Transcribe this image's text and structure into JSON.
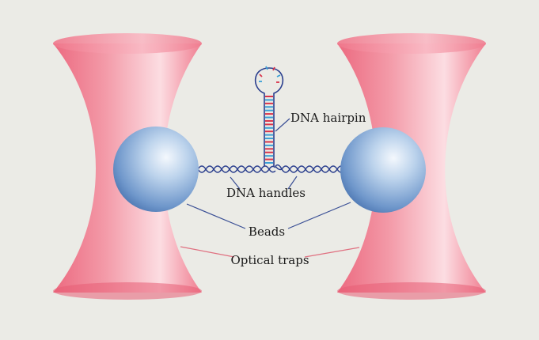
{
  "labels": {
    "hairpin": "DNA hairpin",
    "handles": "DNA handles",
    "beads": "Beads",
    "traps": "Optical traps"
  },
  "colors": {
    "background": "#ebebe6",
    "trap": "#ee6f84",
    "trap_highlight": "#fbd9de",
    "bead": "#5b86c0",
    "bead_highlight": "#f4f8fd",
    "dna": "#2b3f8e",
    "leader_blue": "#3a4f95",
    "leader_red": "#e07080",
    "base_red": "#d9334a",
    "base_blue": "#3ba0d6"
  },
  "figure": {
    "hairpin_base_colors": [
      "red",
      "blue",
      "red",
      "blue",
      "blue",
      "red",
      "blue",
      "red",
      "red",
      "blue",
      "red",
      "blue",
      "blue",
      "red",
      "blue",
      "red",
      "red",
      "blue",
      "red",
      "blue"
    ]
  }
}
